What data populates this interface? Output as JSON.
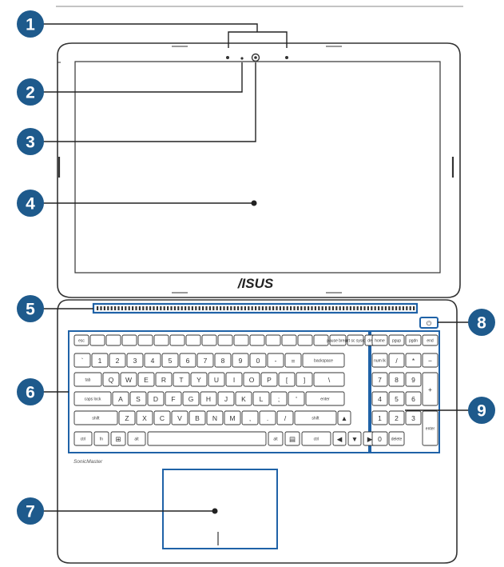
{
  "brand_logo": "/ISUS",
  "audio_brand": "SonicMaster",
  "callouts": [
    {
      "number": "1",
      "part": "microphone-array"
    },
    {
      "number": "2",
      "part": "camera-indicator"
    },
    {
      "number": "3",
      "part": "camera"
    },
    {
      "number": "4",
      "part": "display-panel"
    },
    {
      "number": "5",
      "part": "air-vents"
    },
    {
      "number": "6",
      "part": "keyboard"
    },
    {
      "number": "7",
      "part": "touchpad"
    },
    {
      "number": "8",
      "part": "power-button"
    },
    {
      "number": "9",
      "part": "numeric-keypad"
    }
  ],
  "keyboard": {
    "rows": [
      [
        "esc",
        "",
        "",
        "",
        "",
        "",
        "",
        "",
        "",
        "",
        "",
        "",
        "",
        "",
        "",
        "",
        "pause break",
        "prt sc sysrq",
        "delete"
      ],
      [
        "`",
        "1",
        "2",
        "3",
        "4",
        "5",
        "6",
        "7",
        "8",
        "9",
        "0",
        "-",
        "=",
        "backspace"
      ],
      [
        "tab",
        "Q",
        "W",
        "E",
        "R",
        "T",
        "Y",
        "U",
        "I",
        "O",
        "P",
        "[",
        "]",
        "\\"
      ],
      [
        "caps lock",
        "A",
        "S",
        "D",
        "F",
        "G",
        "H",
        "J",
        "K",
        "L",
        ";",
        "'",
        "enter"
      ],
      [
        "shift",
        "Z",
        "X",
        "C",
        "V",
        "B",
        "N",
        "M",
        ",",
        ".",
        "/",
        "shift",
        "▲"
      ],
      [
        "ctrl",
        "fn",
        "⊞",
        "alt",
        "",
        "alt",
        "▤",
        "ctrl",
        "◀",
        "▼",
        "▶"
      ]
    ],
    "numpad": [
      [
        "home",
        "pgup",
        "pgdn",
        "end"
      ],
      [
        "num lk",
        "/",
        "*",
        "−"
      ],
      [
        "7",
        "8",
        "9",
        "+"
      ],
      [
        "4",
        "5",
        "6",
        ""
      ],
      [
        "1",
        "2",
        "3",
        "enter"
      ],
      [
        "0",
        "delete",
        ""
      ]
    ]
  },
  "colors": {
    "callout": "#1e5a8c",
    "highlight": "#1f62a7",
    "outline": "#333333"
  }
}
